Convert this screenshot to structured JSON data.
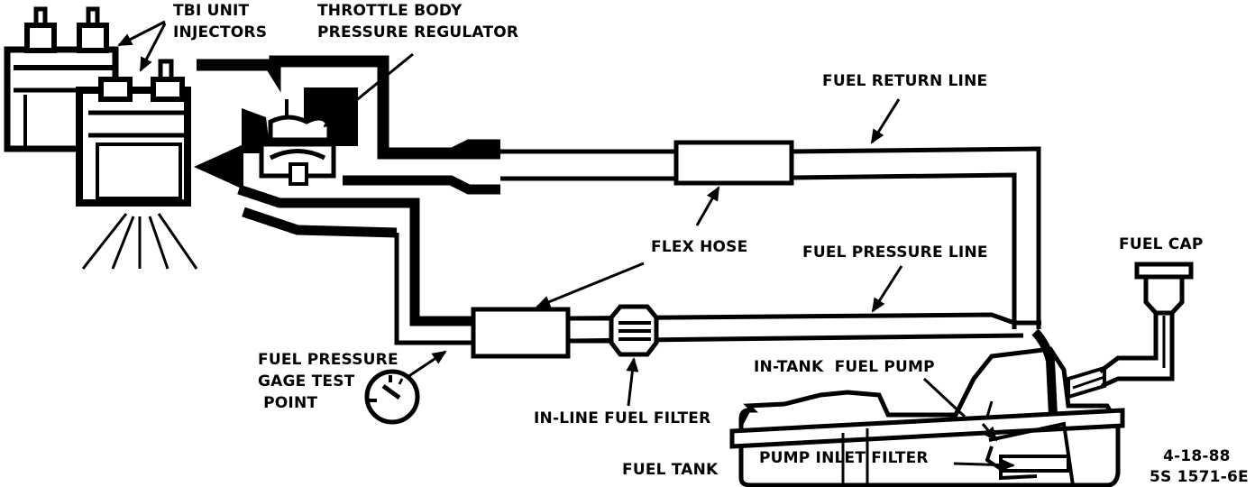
{
  "diagram": {
    "title": "TBI Fuel System Diagram",
    "colors": {
      "ink": "#000000",
      "paper": "#ffffff"
    },
    "labels": {
      "tbi_injectors": [
        "TBI UNIT",
        "INJECTORS"
      ],
      "pressure_regulator": [
        "THROTTLE BODY",
        "PRESSURE REGULATOR"
      ],
      "fuel_return_line": "FUEL RETURN LINE",
      "flex_hose": "FLEX HOSE",
      "fuel_pressure_line": "FUEL PRESSURE LINE",
      "fuel_cap": "FUEL CAP",
      "gage_test_point": [
        "FUEL PRESSURE",
        "GAGE TEST",
        " POINT"
      ],
      "inline_fuel_filter": "IN-LINE FUEL FILTER",
      "in_tank_fuel_pump": "IN-TANK  FUEL PUMP",
      "fuel_tank": "FUEL TANK",
      "pump_inlet_filter": "PUMP INLET FILTER",
      "date_code": "4-18-88",
      "figure_code": "5S 1571-6E"
    }
  }
}
